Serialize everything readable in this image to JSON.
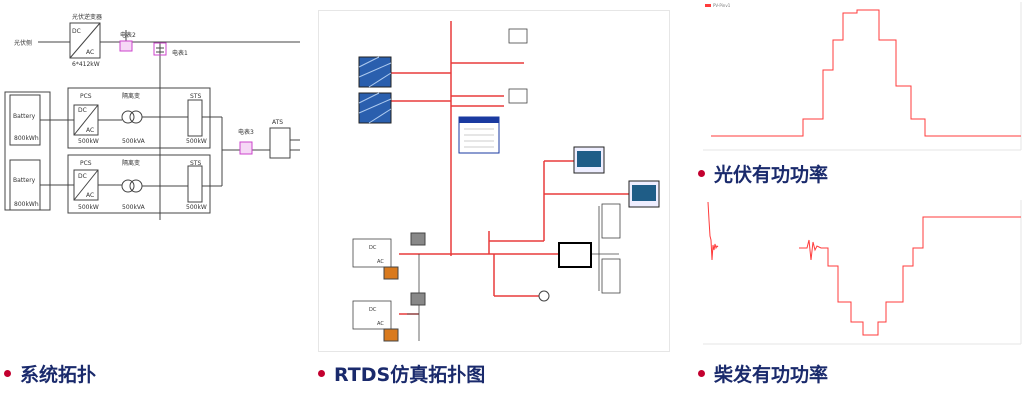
{
  "captions": {
    "topology": "系统拓扑",
    "rtds": "RTDS仿真拓扑图",
    "pv_power": "光伏有功功率",
    "diesel_power": "柴发有功功率"
  },
  "topology": {
    "pv_grid": "光伏侧",
    "pv_inverter_title": "光伏逆变器",
    "pv_inverter_dc": "DC",
    "pv_inverter_ac": "AC",
    "pv_inverter_rating": "6*412kW",
    "meter2": "电表2",
    "meter1": "电表1",
    "meter3": "电表3",
    "ats": "ATS",
    "battery": "Battery",
    "battery_rating": "800kWh",
    "pcs": "PCS",
    "pcs_rating": "500kW",
    "transformer": "隔离变",
    "transformer_rating": "500kVA",
    "sts": "STS",
    "sts_rating": "500kW",
    "dc": "DC",
    "ac": "AC"
  },
  "rtds": {
    "dc": "DC",
    "ac": "AC"
  },
  "pv_chart": {
    "legend": "PV-Pinv1",
    "color": "#ff3b3b"
  },
  "diesel_chart": {
    "color": "#ff3b3b"
  },
  "colors": {
    "caption": "#1a2a6c",
    "bullet": "#c3002f",
    "red_line": "#e83b3b",
    "meter": "#cc44cc"
  }
}
